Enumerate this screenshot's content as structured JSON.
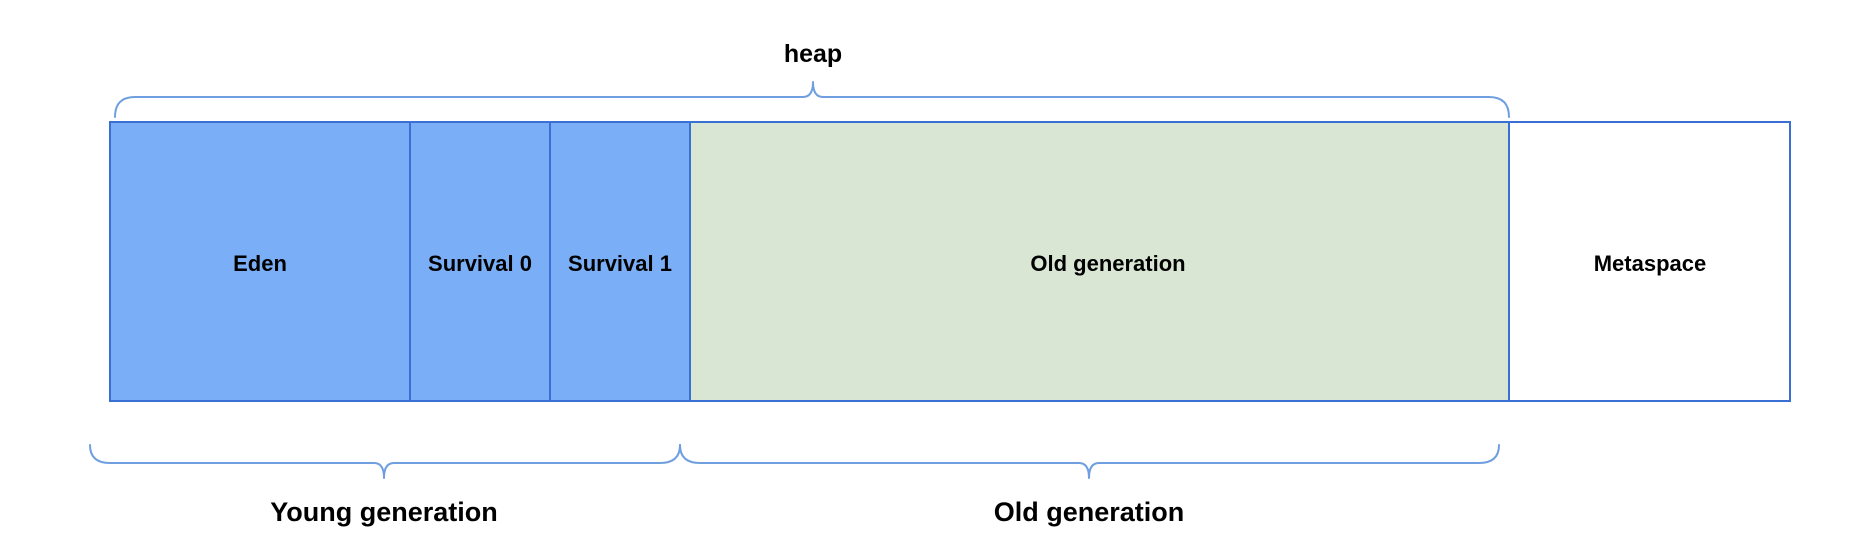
{
  "heap_label": "heap",
  "segments": {
    "eden": "Eden",
    "survival_0": "Survival 0",
    "survival_1": "Survival 1",
    "old_generation": "Old generation",
    "metaspace": "Metaspace"
  },
  "groups": {
    "young_generation": "Young generation",
    "old_generation": "Old generation"
  },
  "colors": {
    "young_fill": "#7aaff8",
    "old_fill": "#d9e6d4",
    "metaspace_fill": "#ffffff",
    "border": "#3a6fd4",
    "bracket": "#6f9fe0",
    "text": "#000000"
  }
}
